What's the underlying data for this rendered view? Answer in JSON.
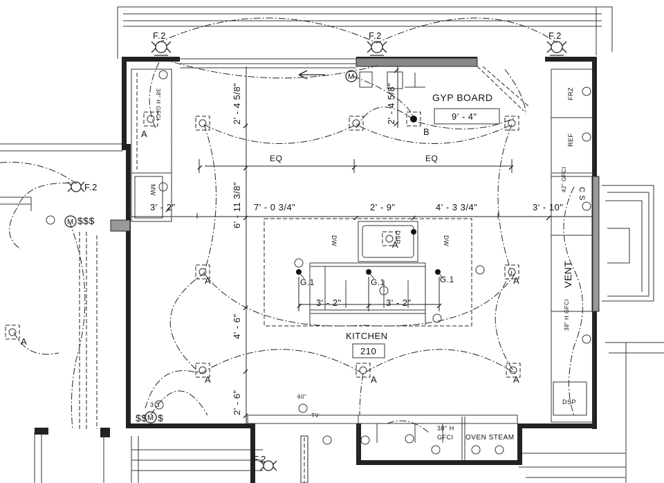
{
  "room": {
    "name": "KITCHEN",
    "number": "210"
  },
  "ceiling": {
    "material": "GYP BOARD",
    "height": "9' - 4\""
  },
  "fixtures": {
    "fan_label": "F.2",
    "recessed": "A",
    "pendant": "G.1",
    "special": "B"
  },
  "dimensions": {
    "top_offset": "2' - 4 5/8\"",
    "top_offset_2": "2' - 4 5/8\"",
    "eq": "EQ",
    "eq_2": "EQ",
    "row": [
      "3' - 2\"",
      "7' - 0 3/4\"",
      "2' - 9\"",
      "4' - 3 3/4\"",
      "3' - 10\""
    ],
    "vertical_main": "6' - 11 3/8\"",
    "vertical_mid": "4' - 6\"",
    "vertical_low": "2' - 6\"",
    "vertical_top": "2' - 4 5/8\"",
    "island_left": "3' - 2\"",
    "island_right": "3' - 2\""
  },
  "appliances": {
    "dishwasher": "DW",
    "dishwasher_2": "DW",
    "disposal": "DSP",
    "disposal_2": "DSP",
    "microwave": "MW",
    "vent": "VENT",
    "freezer": "FRZ",
    "refrigerator": "REF",
    "oven": "OVEN STEAM",
    "tv": "TV",
    "motor": "M"
  },
  "outlets": {
    "gfci_left": "38\" H GFCI",
    "gfci_right": "38\" H GFCI",
    "gfci_bottom_h": "38\" H",
    "gfci_bottom": "GFCI",
    "counter_right": "42\" GFCI",
    "tv_height": "60\"",
    "switch_label": "3 3",
    "switch_glyphs": "$$$",
    "switch_glyphs_2": "$$",
    "switch_glyphs_3": "$",
    "cs": "C S"
  }
}
